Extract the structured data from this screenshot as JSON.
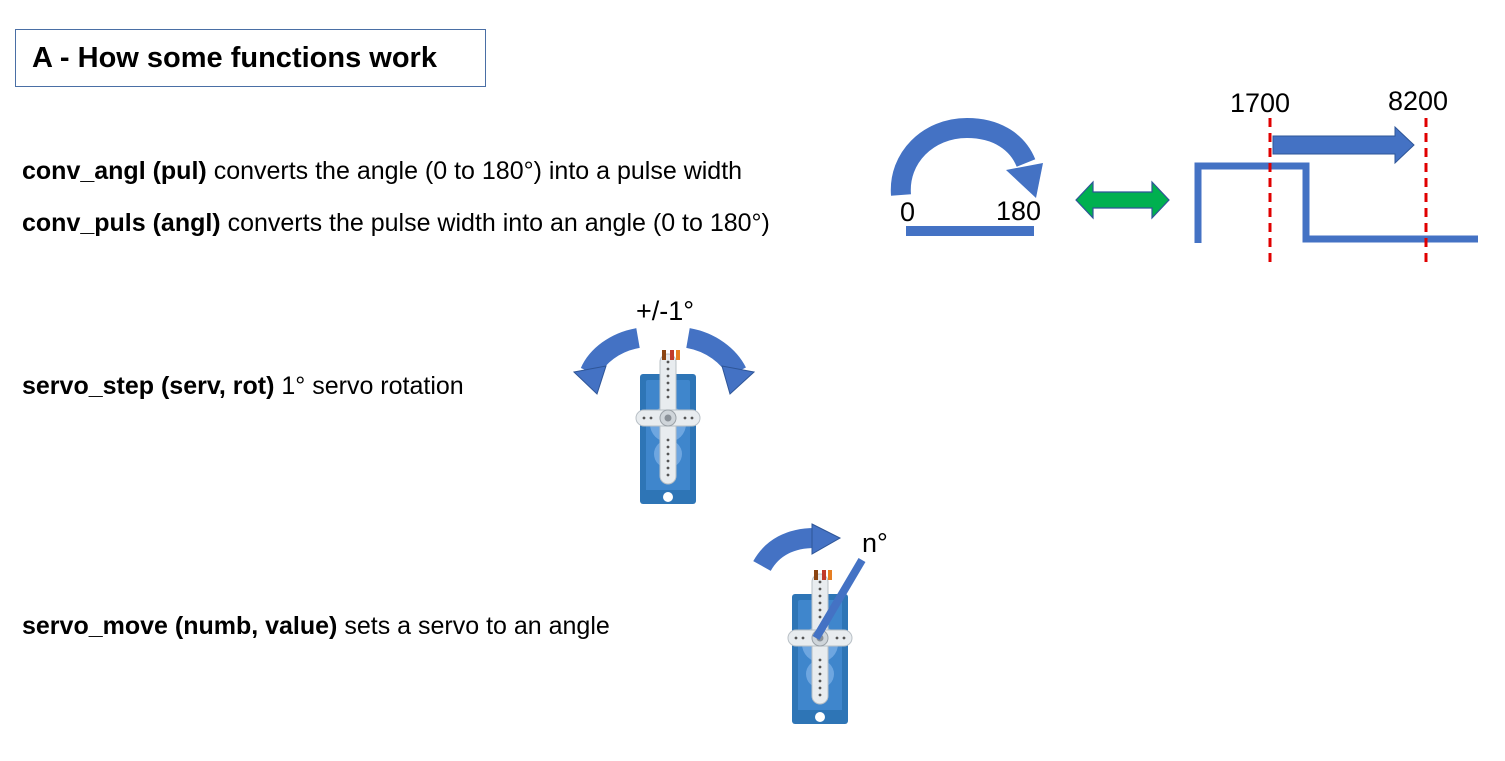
{
  "title": "A - How some functions work",
  "functions": [
    {
      "name": "conv_angl (pul)",
      "desc": "converts the angle (0 to 180°) into a pulse width"
    },
    {
      "name": "conv_puls (angl)",
      "desc": "converts the pulse width into an angle (0 to 180°)"
    },
    {
      "name": "servo_step (serv, rot)",
      "desc": "1° servo rotation"
    },
    {
      "name": "servo_move (numb, value)",
      "desc": "sets a servo to an angle"
    }
  ],
  "angle_diagram": {
    "start_label": "0",
    "end_label": "180"
  },
  "pulse_diagram": {
    "marker_1": "1700",
    "marker_2": "8200"
  },
  "step_diagram": {
    "label": "+/-1°"
  },
  "move_diagram": {
    "label": "n°"
  },
  "colors": {
    "arrow_blue": "#4472c4",
    "double_arrow_green": "#00b050",
    "marker_red": "#e00000",
    "servo_blue": "#2e75b6",
    "title_border": "#4a6fa5"
  }
}
